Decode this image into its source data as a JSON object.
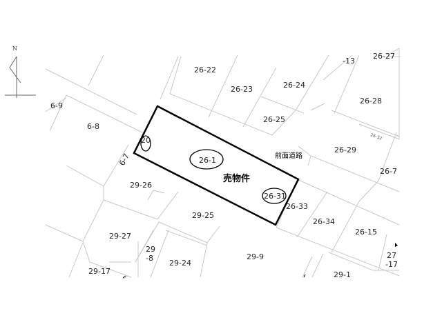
{
  "north_label": "N",
  "property_label": "売物件",
  "road_label": "前面道路",
  "parcels": {
    "p6_9": "6-9",
    "p6_8": "6-8",
    "p6_7": "6-7",
    "p26_22": "26-22",
    "p26_23": "26-23",
    "p26_24": "26-24",
    "p26_25": "26-25",
    "p26_28": "26-28",
    "p26_27": "26-27",
    "p13": "-13",
    "p26_29": "26-29",
    "p26_7": "26-7",
    "p26_1": "26-1",
    "p26_31": "26-31",
    "p26_33": "26-33",
    "p26_34": "26-34",
    "p26_15": "26-15",
    "p20": "20",
    "p29_26": "29-26",
    "p29_25": "29-25",
    "p29_27": "29-27",
    "p29_8a": "29",
    "p29_8b": "-8",
    "p29_24": "29-24",
    "p29_9": "29-9",
    "p29_17": "29-17",
    "p29_1": "29-1",
    "p27a": "27",
    "p27b": "-17",
    "p26_32": "26-32"
  },
  "colors": {
    "lot_lines": "#c8c8c8",
    "property_outline": "#000000"
  }
}
